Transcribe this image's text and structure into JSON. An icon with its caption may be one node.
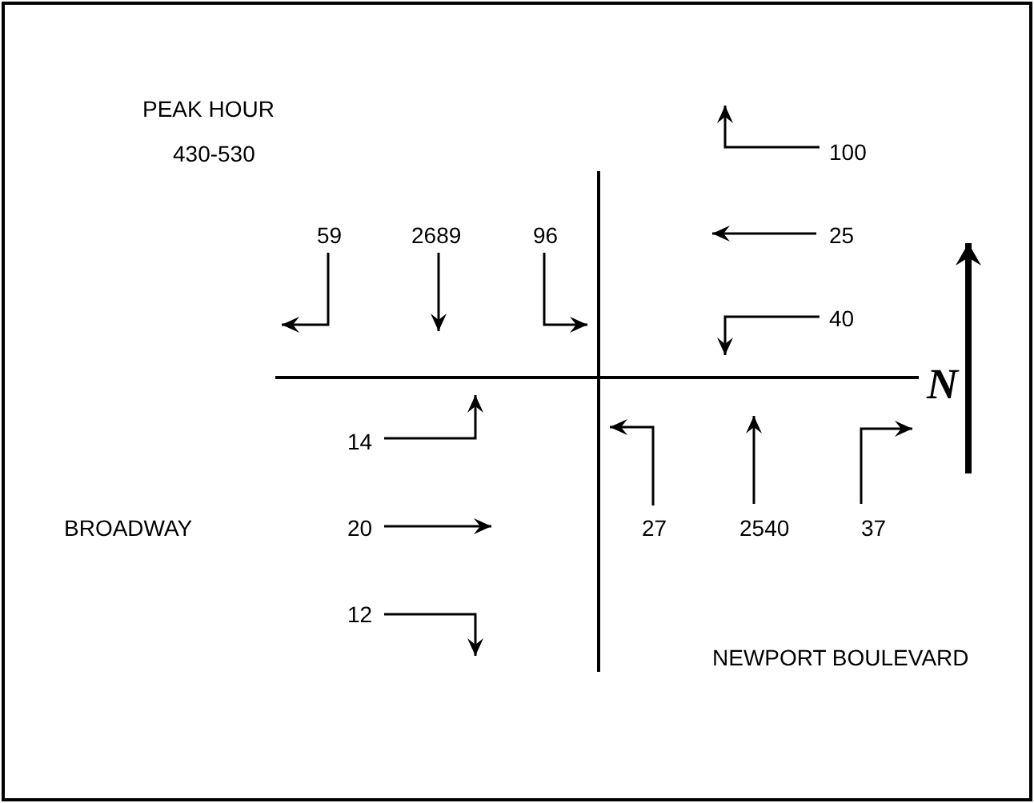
{
  "diagram": {
    "labels": [
      "PEAK HOUR",
      "430-530",
      "100",
      "59",
      "2689",
      "96",
      "25",
      "40",
      "N",
      "14",
      "BROADWAY",
      "20",
      "27",
      "2540",
      "37",
      "12",
      "NEWPORT BOULEVARD"
    ]
  }
}
